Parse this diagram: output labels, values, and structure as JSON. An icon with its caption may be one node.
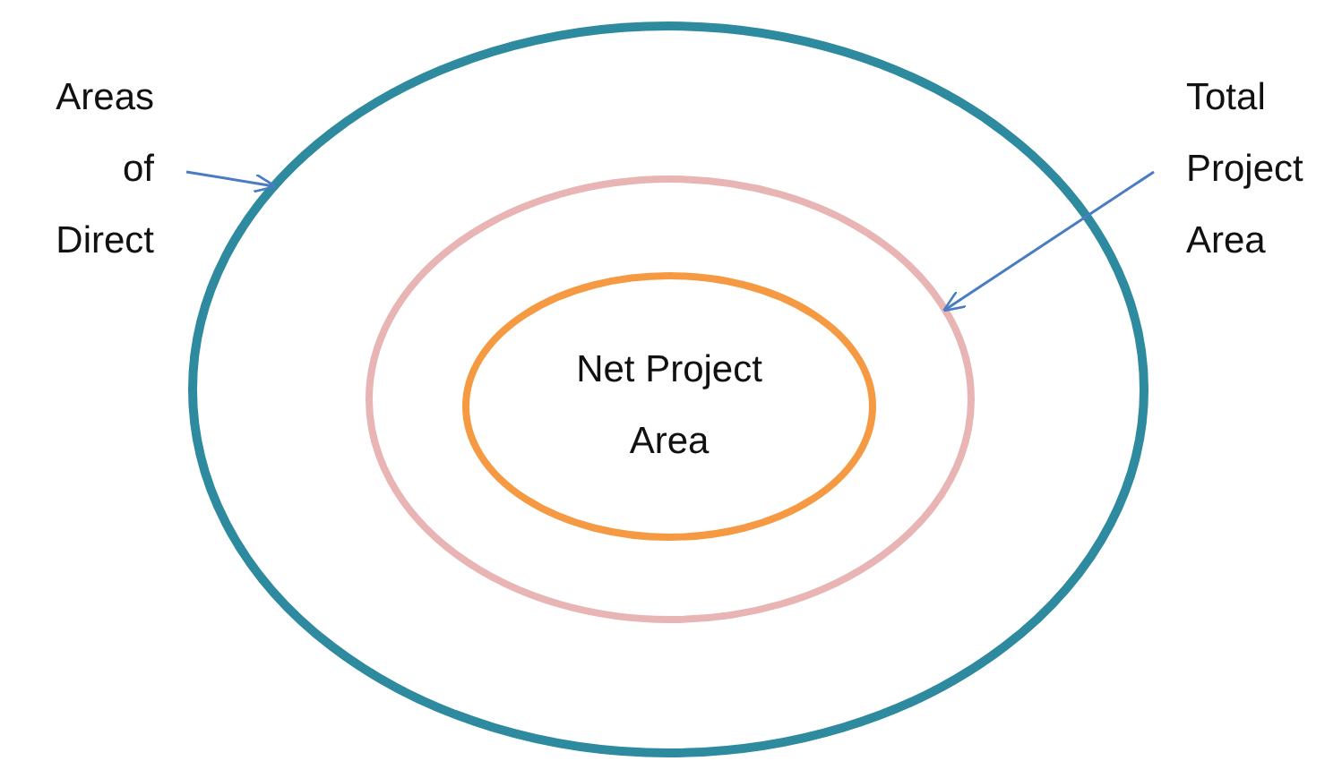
{
  "diagram": {
    "nodes": [
      {
        "text": [],
        "shape": "circle"
      },
      {
        "text": [],
        "shape": "circle",
        "in": 0
      },
      {
        "text": [
          "Net Project Area"
        ],
        "in": 1
      },
      {
        "text": [
          "Areas of Direct"
        ]
      },
      {
        "text": [
          "Total Project Area"
        ]
      }
    ],
    "edges": [
      {
        "from": 3,
        "to": 0,
        "arrow": "to"
      },
      {
        "from": 4,
        "to": 1,
        "arrow": "to"
      }
    ]
  }
}
